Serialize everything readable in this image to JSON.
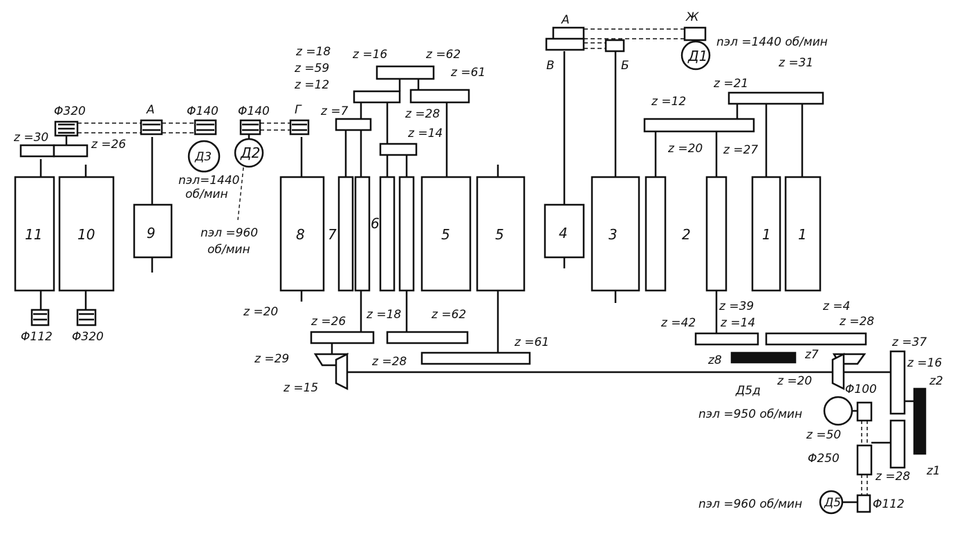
{
  "diagram": {
    "rolls": [
      {
        "id": "r11",
        "label": "11"
      },
      {
        "id": "r10",
        "label": "10"
      },
      {
        "id": "r9",
        "label": "9"
      },
      {
        "id": "r8",
        "label": "8"
      },
      {
        "id": "r7",
        "label": "7"
      },
      {
        "id": "r6",
        "label": "6"
      },
      {
        "id": "r5a",
        "label": "5"
      },
      {
        "id": "r5b",
        "label": "5"
      },
      {
        "id": "r4",
        "label": "4"
      },
      {
        "id": "r3",
        "label": "3"
      },
      {
        "id": "r2",
        "label": "2"
      },
      {
        "id": "r1a",
        "label": "1"
      },
      {
        "id": "r1b",
        "label": "1"
      }
    ],
    "motors": [
      {
        "id": "D1",
        "label": "Д1"
      },
      {
        "id": "D2",
        "label": "Д2"
      },
      {
        "id": "D3",
        "label": "Д3"
      },
      {
        "id": "D5",
        "label": "Д5"
      }
    ],
    "labels": {
      "phi320_top": "Φ320",
      "z30": "z =30",
      "z26_left": "z =26",
      "A_left": "A",
      "phi140_a": "Φ140",
      "phi140_b": "Φ140",
      "G": "Г",
      "n_d3": "nэл=1440",
      "n_d3b": "об/мин",
      "n_d2": "nэл =960",
      "n_d2b": "об/мин",
      "phi112_l": "Φ112",
      "phi320_bot": "Φ320",
      "z18": "z =18",
      "z59": "z =59",
      "z12_a": "z =12",
      "z16_top": "z =16",
      "z62_top": "z =62",
      "z61_top": "z =61",
      "z7": "z =7",
      "z28_top": "z =28",
      "z14_top": "z =14",
      "A_top": "A",
      "Zh": "Ж",
      "V": "В",
      "B": "Б",
      "n_d1": "nэл =1440 об/мин",
      "z21": "z =21",
      "z31": "z =31",
      "z12_b": "z =12",
      "z20_mid": "z =20",
      "z27": "z =27",
      "z20_bl": "z =20",
      "z26_b": "z =26",
      "z29": "z =29",
      "z15": "z =15",
      "z18_b": "z =18",
      "z62_b": "z =62",
      "z28_b": "z =28",
      "z61_b": "z =61",
      "z42": "z =42",
      "z39": "z =39",
      "z14_b": "z =14",
      "z4": "z =4",
      "z28_r": "z =28",
      "z8": "z8",
      "z7r": "z7",
      "z37": "z =37",
      "z16_r": "z =16",
      "z2": "z2",
      "z20_r": "z =20",
      "d5": "Д5д",
      "phi100": "Φ100",
      "n_950": "nэл =950 об/мин",
      "z50_r": "z =50",
      "phi250": "Φ250",
      "z28_rb": "z =28",
      "z1": "z1",
      "n_960b": "nэл =960 об/мин",
      "phi112_r": "Φ112"
    }
  }
}
